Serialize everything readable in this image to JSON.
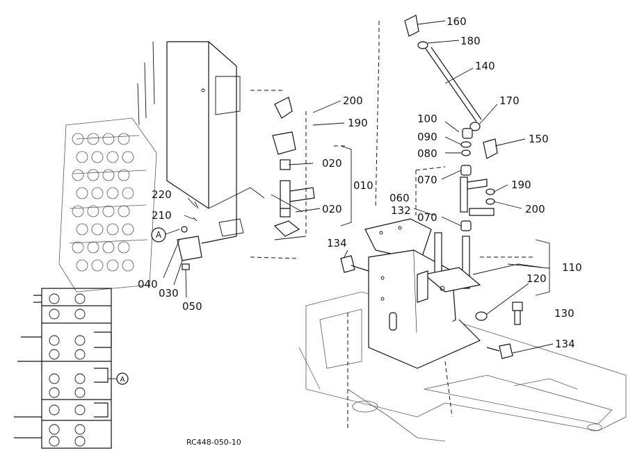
{
  "labels": {
    "p010": "010",
    "p020a": "020",
    "p020b": "020",
    "p030": "030",
    "p040": "040",
    "p050": "050",
    "p060": "060",
    "p070a": "070",
    "p070b": "070",
    "p080": "080",
    "p090": "090",
    "p100": "100",
    "p110": "110",
    "p120": "120",
    "p130": "130",
    "p132": "132",
    "p134a": "134",
    "p134b": "134",
    "p140": "140",
    "p150": "150",
    "p160": "160",
    "p170": "170",
    "p180": "180",
    "p190a": "190",
    "p190b": "190",
    "p200a": "200",
    "p200b": "200",
    "p210": "210",
    "p220": "220"
  },
  "callouts": {
    "a_main": "A",
    "a_detail": "A"
  },
  "reference_code": "RC448-050-10"
}
